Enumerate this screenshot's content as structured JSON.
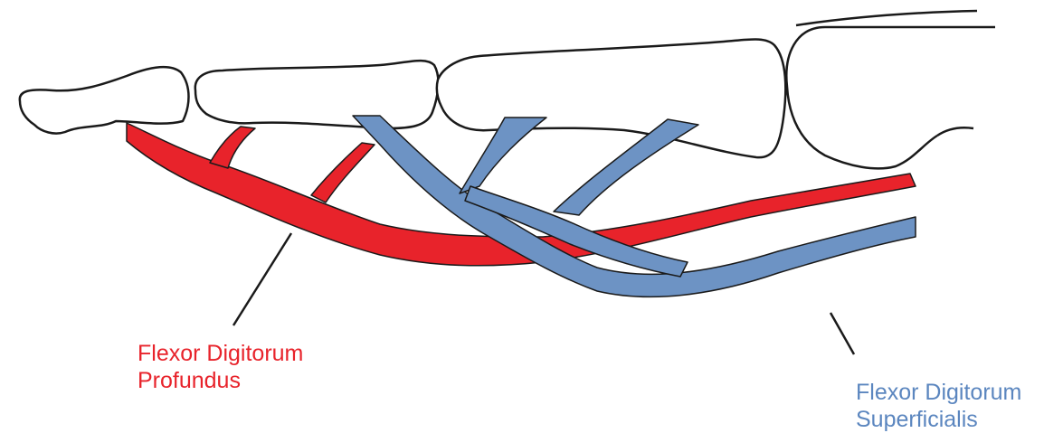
{
  "labels": {
    "fdp": {
      "line1": "Flexor Digitorum",
      "line2": "Profundus"
    },
    "fds": {
      "line1": "Flexor Digitorum",
      "line2": "Superficialis"
    }
  },
  "colors": {
    "fdp": "#e8232b",
    "fds": "#6d93c4",
    "outline": "#1a1a1a",
    "bone_fill": "#ffffff"
  }
}
